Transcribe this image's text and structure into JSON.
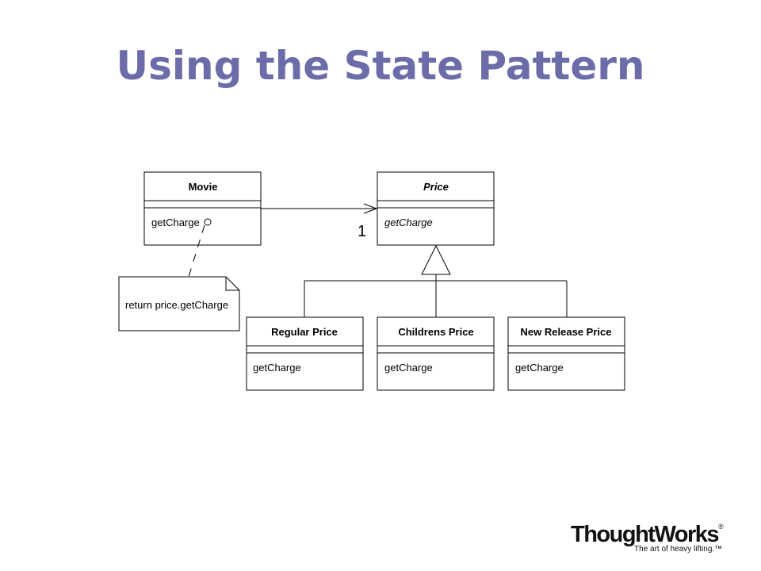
{
  "slide": {
    "title": "Using the State Pattern"
  },
  "diagram": {
    "classes": {
      "movie": {
        "name": "Movie",
        "operation": "getCharge"
      },
      "price": {
        "name": "Price",
        "operation": "getCharge",
        "abstract": true
      },
      "regular_price": {
        "name": "Regular Price",
        "operation": "getCharge"
      },
      "childrens_price": {
        "name": "Childrens Price",
        "operation": "getCharge"
      },
      "new_release_price": {
        "name": "New Release Price",
        "operation": "getCharge"
      }
    },
    "association": {
      "multiplicity": "1"
    },
    "note": {
      "text": "return price.getCharge"
    }
  },
  "logo": {
    "name": "ThoughtWorks",
    "trademark": "®",
    "tagline": "The art of heavy lifting.™"
  },
  "colors": {
    "title": "#6c6ca8",
    "line": "#000000",
    "background": "#ffffff"
  }
}
